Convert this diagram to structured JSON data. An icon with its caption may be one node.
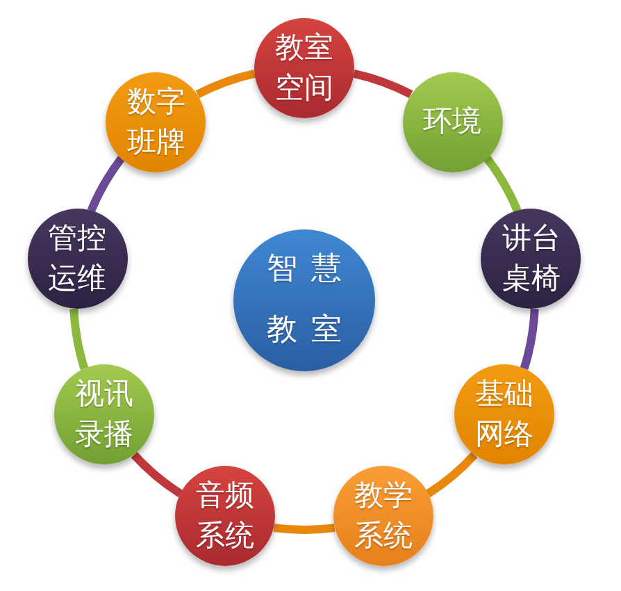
{
  "diagram": {
    "nodes": [
      {
        "text": [
          "教室空间"
        ]
      },
      {
        "text": [
          "环境"
        ]
      },
      {
        "text": [
          "讲台桌椅"
        ]
      },
      {
        "text": [
          "基础网络"
        ]
      },
      {
        "text": [
          "教学系统"
        ]
      },
      {
        "text": [
          "音频系统"
        ]
      },
      {
        "text": [
          "视讯录播"
        ]
      },
      {
        "text": [
          "管控运维"
        ]
      },
      {
        "text": [
          "数字班牌"
        ]
      },
      {
        "text": [
          "智慧教室"
        ]
      }
    ],
    "edges": [
      {
        "from": 0,
        "to": 1,
        "arrow": "none",
        "color": "#c0383b"
      },
      {
        "from": 1,
        "to": 2,
        "arrow": "none",
        "color": "#8cb83d"
      },
      {
        "from": 2,
        "to": 3,
        "arrow": "none",
        "color": "#6b4b98"
      },
      {
        "from": 3,
        "to": 4,
        "arrow": "none"
      },
      {
        "from": 4,
        "to": 5,
        "arrow": "none"
      },
      {
        "from": 5,
        "to": 6,
        "arrow": "none",
        "color": "#c0383b"
      },
      {
        "from": 6,
        "to": 7,
        "arrow": "none",
        "color": "#8cb83d"
      },
      {
        "from": 7,
        "to": 8,
        "arrow": "none",
        "color": "#6b4b98"
      },
      {
        "from": 8,
        "to": 0,
        "arrow": "none"
      }
    ]
  }
}
